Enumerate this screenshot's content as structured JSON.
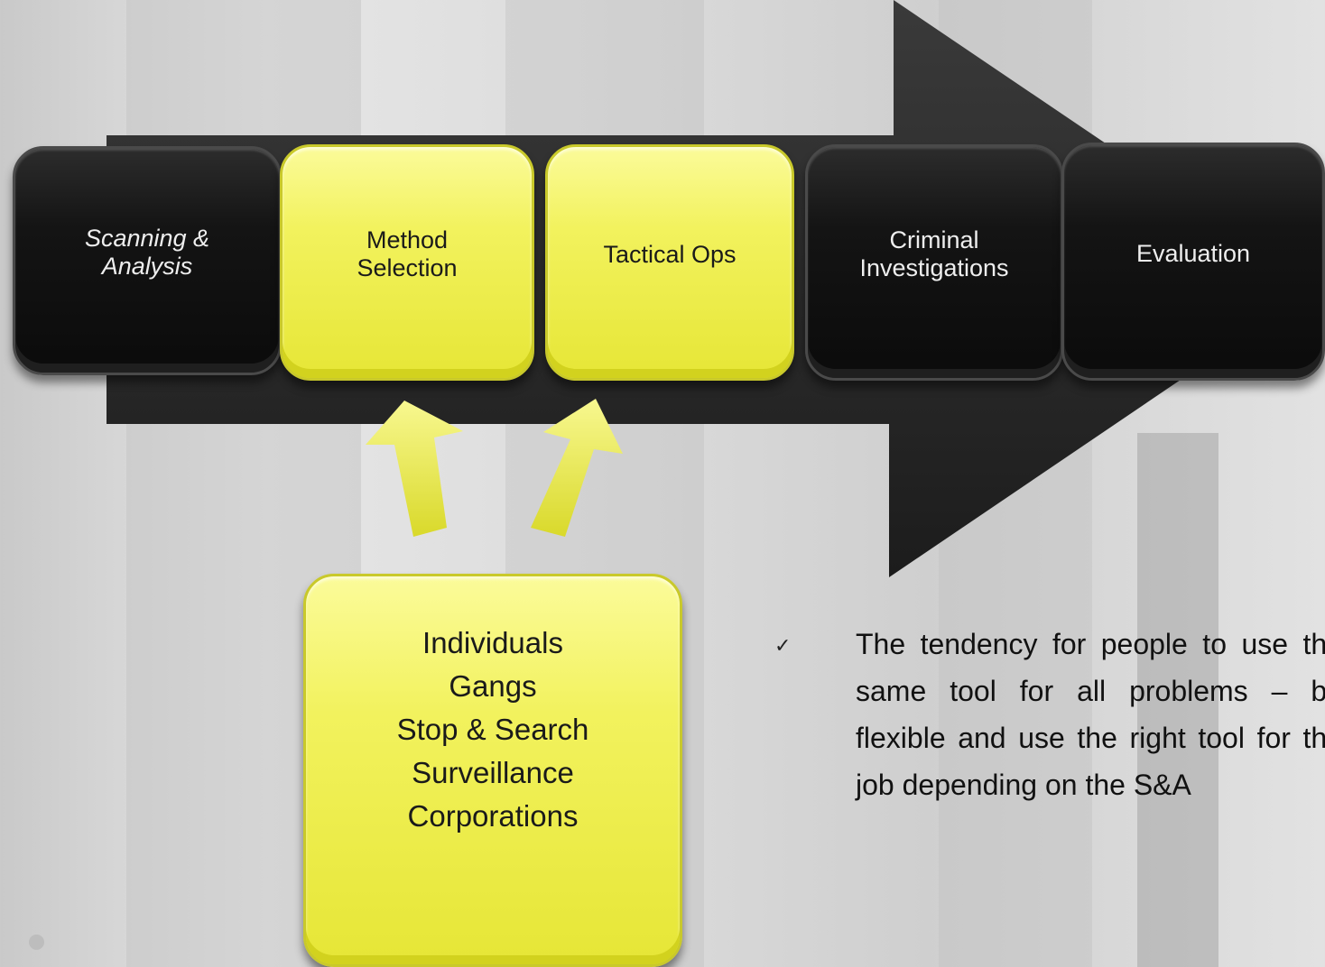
{
  "colors": {
    "dark_box": "#111111",
    "yellow_box": "#eeee44",
    "arrow": "#2a2a2a"
  },
  "stages": [
    {
      "label": "Scanning &\nAnalysis",
      "style": "dark",
      "italic": true
    },
    {
      "label": "Method\nSelection",
      "style": "yellow",
      "italic": false
    },
    {
      "label": "Tactical Ops",
      "style": "yellow",
      "italic": false
    },
    {
      "label": "Criminal\nInvestigations",
      "style": "dark",
      "italic": false
    },
    {
      "label": "Evaluation",
      "style": "dark",
      "italic": false
    }
  ],
  "options": {
    "items": [
      "Individuals",
      "Gangs",
      "Stop & Search",
      "Surveillance",
      "Corporations"
    ]
  },
  "callout": {
    "bullet_icon": "checkmark-icon",
    "text": "The tendency for people to use the same tool for all problems – be flexible and use the right tool for the job depending on the S&A"
  }
}
